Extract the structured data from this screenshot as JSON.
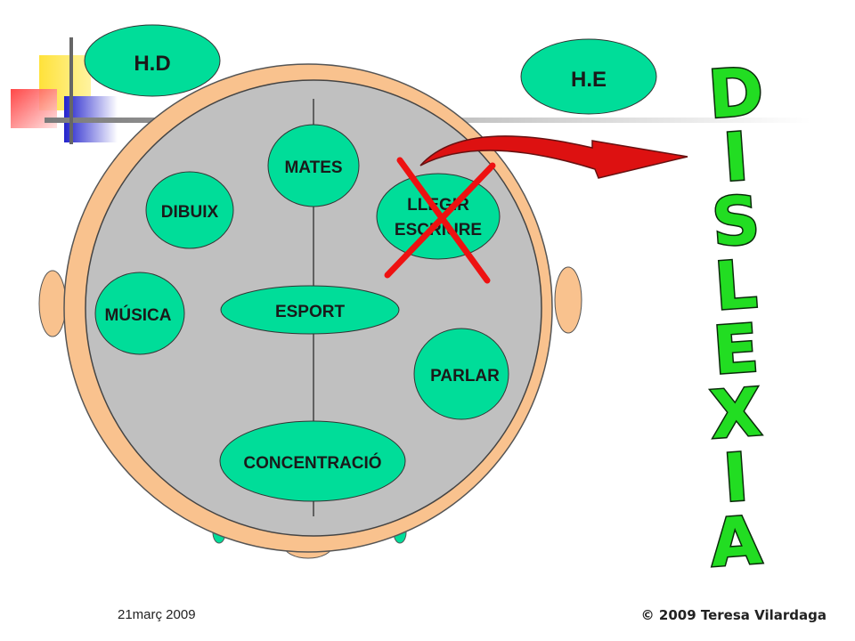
{
  "colors": {
    "node_fill": "#00dd99",
    "head_skin": "#f9c28e",
    "brain_fill": "#c0c0c0",
    "cross_red": "#ee1111",
    "dislexia_green": "#22dd22"
  },
  "diagram": {
    "hemispheres": {
      "left": "H.D",
      "right": "H.E"
    },
    "nodes": {
      "mates": "MATES",
      "dibuix": "DIBUIX",
      "llegir_line1": "LLEGIR",
      "llegir_line2": "ESCRIURE",
      "musica": "MÚSICA",
      "esport": "ESPORT",
      "parlar": "PARLAR",
      "concentracio": "CONCENTRACIÓ"
    },
    "vertical_word": [
      "D",
      "I",
      "S",
      "L",
      "E",
      "X",
      "I",
      "A"
    ]
  },
  "footer": {
    "date": "21març 2009",
    "copyright": "© 2009 Teresa Vilardaga"
  }
}
